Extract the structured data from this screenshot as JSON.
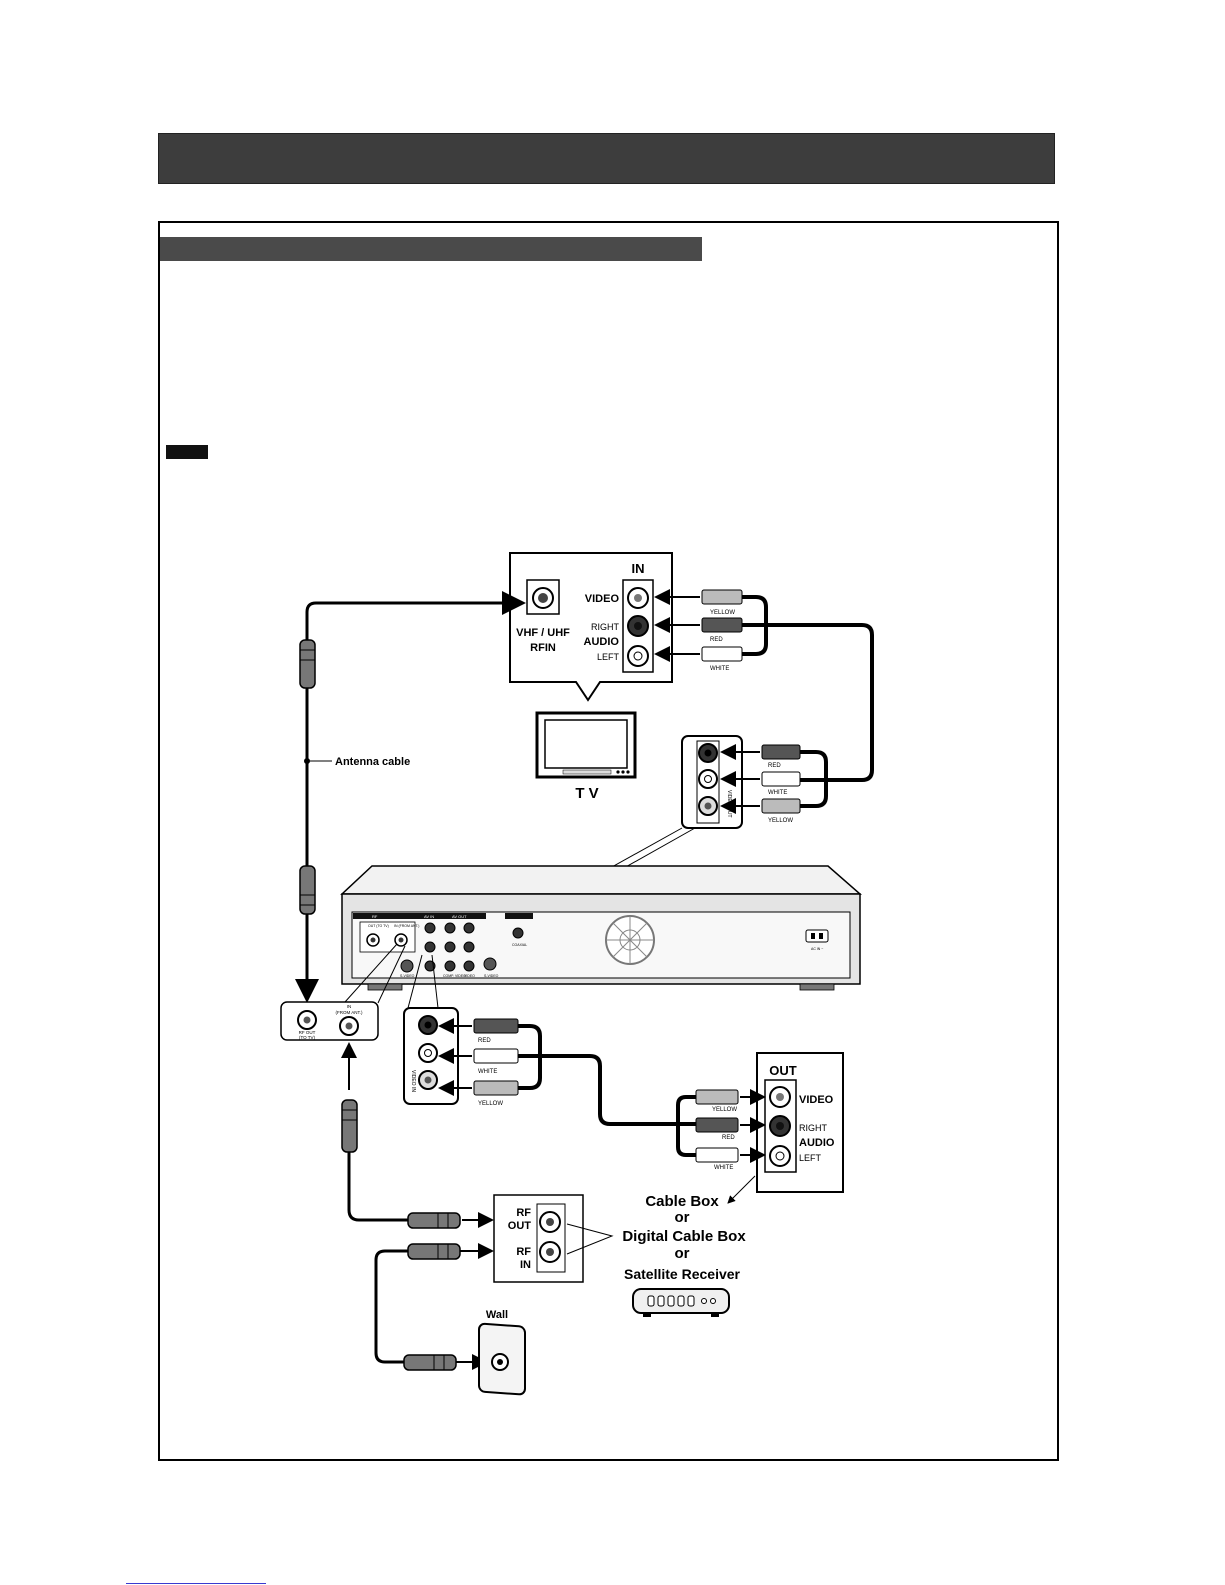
{
  "tv_panel": {
    "in_heading": "IN",
    "video": "VIDEO",
    "right": "RIGHT",
    "audio": "AUDIO",
    "left": "LEFT",
    "rf_line1": "VHF / UHF",
    "rf_line2": "RFIN",
    "cable_yellow": "YELLOW",
    "cable_red": "RED",
    "cable_white": "WHITE"
  },
  "tv_label": "T V",
  "antenna_label": "Antenna cable",
  "recorder_out_inset": {
    "red": "RED",
    "white": "WHITE",
    "yellow": "YELLOW",
    "jack_label": "VIDEO OUT"
  },
  "recorder_panel": {
    "rf": "RF",
    "out_to_tv": "OUT (TO TV)",
    "in_from_ant": "IN (FROM ANT.)",
    "av_in": "AV IN",
    "av_out": "AV OUT",
    "svideo": "S-VIDEO",
    "coaxial": "COAXIAL",
    "comp_video": "COMP. VIDEO",
    "video": "VIDEO",
    "ac_in": "AC IN ~"
  },
  "rf_inset": {
    "rf_out_1": "RF OUT",
    "rf_out_2": "(TO TV)",
    "in_1": "IN",
    "in_2": "(FROM ANT.)"
  },
  "recorder_in_inset": {
    "red": "RED",
    "white": "WHITE",
    "yellow": "YELLOW",
    "jack_label": "VIDEO IN"
  },
  "cablebox_panel": {
    "out_heading": "OUT",
    "video": "VIDEO",
    "right": "RIGHT",
    "audio": "AUDIO",
    "left": "LEFT",
    "cable_yellow": "YELLOW",
    "cable_red": "RED",
    "cable_white": "WHITE"
  },
  "rf_panel": {
    "rf_out_1": "RF",
    "rf_out_2": "OUT",
    "rf_in_1": "RF",
    "rf_in_2": "IN"
  },
  "device_caption": {
    "line1": "Cable Box",
    "line2": "or",
    "line3": "Digital Cable Box",
    "line4": "or",
    "line5": "Satellite Receiver"
  },
  "wall_label": "Wall"
}
